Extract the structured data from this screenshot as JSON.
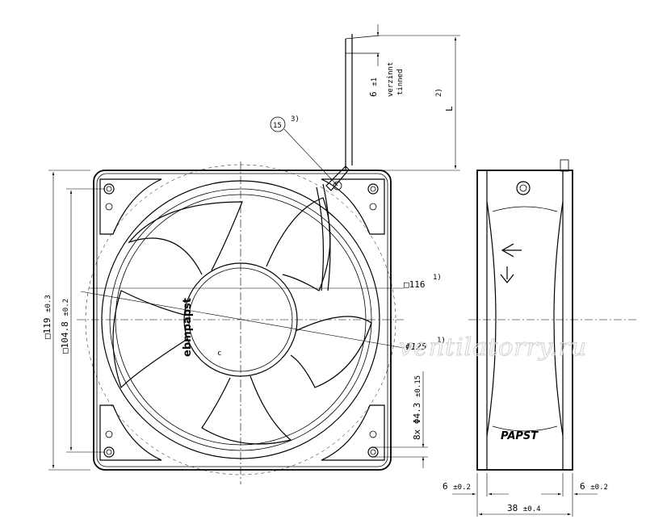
{
  "front_view": {
    "dim_square_outer": "□119",
    "dim_square_outer_tol": "±0.3",
    "dim_square_inner": "□104.8",
    "dim_square_inner_tol": "±0.2",
    "dim_square_116": "□116",
    "note_1": "1)",
    "dim_diameter": "Φ125",
    "note_1b": "1)",
    "dim_holes": "8x Φ4.3",
    "dim_holes_tol": "±0.15",
    "logo": "ebmpapst",
    "logo_mark": "c",
    "callout_number": "15",
    "callout_note": "3)"
  },
  "lead_wire": {
    "strip_length": "6",
    "strip_tol": "±1",
    "tin_de": "verzinnt",
    "tin_en": "tinned",
    "length_label": "L",
    "length_note": "2)"
  },
  "side_view": {
    "brand": "PAPST",
    "dim_left": "6",
    "dim_left_tol": "±0.2",
    "dim_right": "6",
    "dim_right_tol": "±0.2",
    "dim_depth": "38",
    "dim_depth_tol": "±0.4"
  },
  "watermark": "ventilatorry.ru"
}
